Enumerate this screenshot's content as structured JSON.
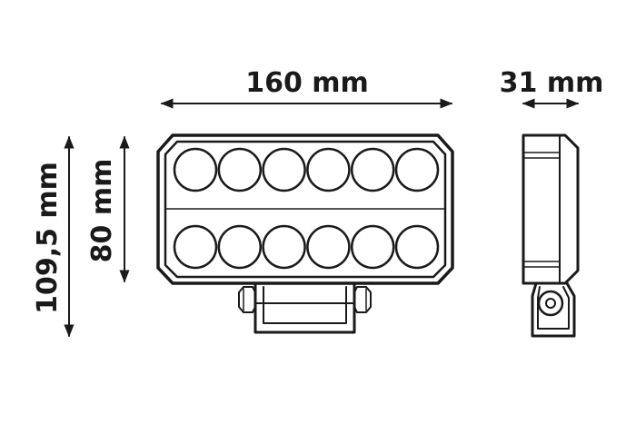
{
  "dimensions": {
    "width_front": "160 mm",
    "depth_side": "31 mm",
    "total_height": "109,5 mm",
    "body_height": "80 mm"
  },
  "front_view": {
    "led_rows": 2,
    "leds_per_row": 6
  },
  "colors": {
    "line": "#1a1a1a",
    "background": "#ffffff"
  }
}
